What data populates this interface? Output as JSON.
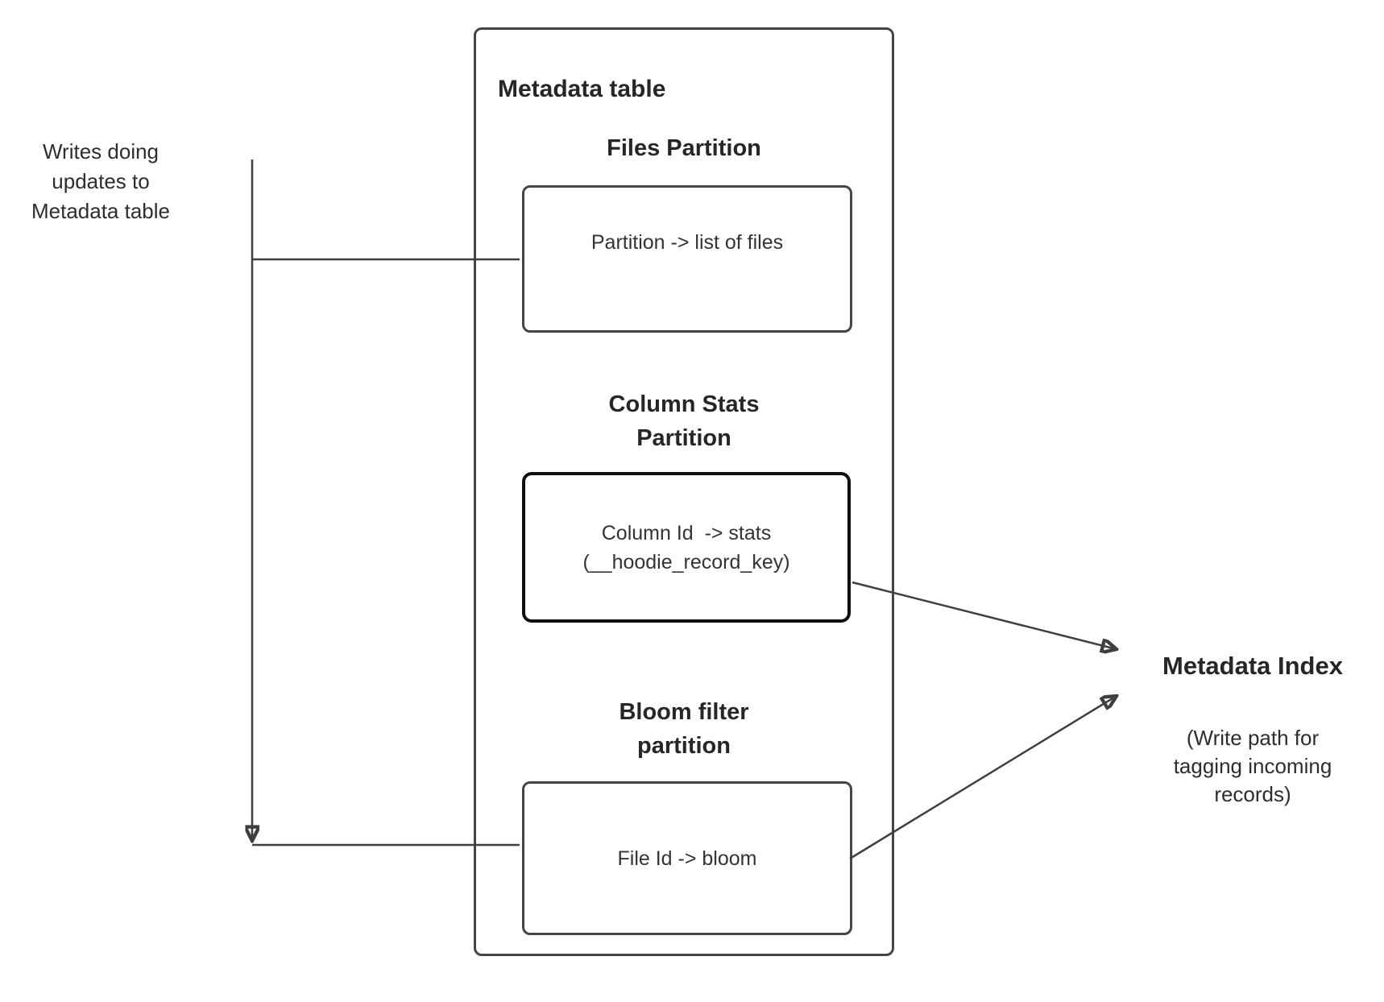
{
  "left_label": "Writes doing\nupdates to\nMetadata table",
  "metadata_table": {
    "title": "Metadata table",
    "partitions": [
      {
        "heading": "Files Partition",
        "mapping": "Partition -> list of files"
      },
      {
        "heading": "Column Stats\nPartition",
        "mapping": "Column Id  -> stats\n(__hoodie_record_key)"
      },
      {
        "heading": "Bloom filter\npartition",
        "mapping": "File Id -> bloom"
      }
    ]
  },
  "metadata_index": {
    "title": "Metadata Index",
    "subtitle": "(Write path for\ntagging incoming\nrecords)"
  },
  "colors": {
    "background": "#ffffff",
    "line": "#3f3f3f",
    "box_border": "#454545",
    "stats_box_border": "#101010",
    "arrowhead": "#575757",
    "text": "#262626"
  }
}
